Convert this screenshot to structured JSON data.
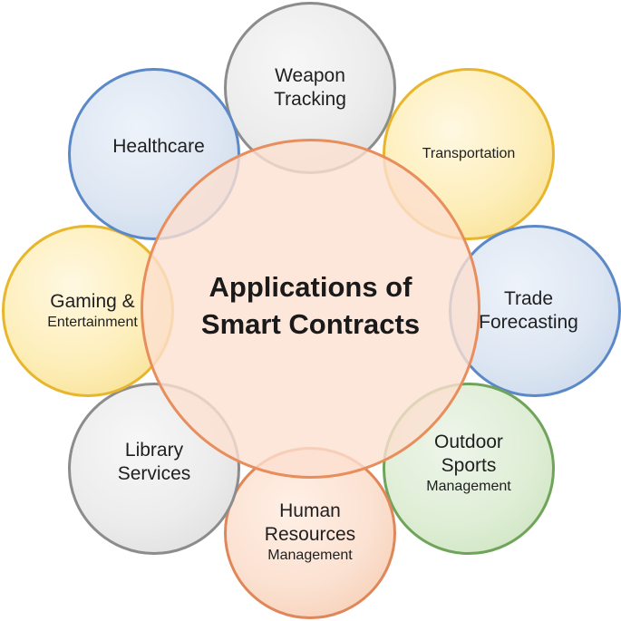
{
  "center": {
    "line1": "Applications of",
    "line2": "Smart Contracts"
  },
  "items": [
    {
      "id": "weapon-tracking",
      "color": "gray",
      "lines": [
        {
          "text": "Weapon",
          "size": "big"
        },
        {
          "text": "Tracking",
          "size": "big"
        }
      ]
    },
    {
      "id": "transportation",
      "color": "yellow",
      "lines": [
        {
          "text": "Transportation",
          "size": "small"
        }
      ]
    },
    {
      "id": "trade-forecasting",
      "color": "blue",
      "lines": [
        {
          "text": "Trade",
          "size": "big"
        },
        {
          "text": "Forecasting",
          "size": "big"
        }
      ]
    },
    {
      "id": "outdoor-sports-management",
      "color": "green",
      "lines": [
        {
          "text": "Outdoor",
          "size": "big"
        },
        {
          "text": "Sports",
          "size": "big"
        },
        {
          "text": "Management",
          "size": "small"
        }
      ]
    },
    {
      "id": "human-resources-management",
      "color": "orange",
      "lines": [
        {
          "text": "Human",
          "size": "big"
        },
        {
          "text": "Resources",
          "size": "big"
        },
        {
          "text": "Management",
          "size": "small"
        }
      ]
    },
    {
      "id": "library-services",
      "color": "gray",
      "lines": [
        {
          "text": "Library",
          "size": "big"
        },
        {
          "text": "Services",
          "size": "big"
        }
      ]
    },
    {
      "id": "gaming-entertainment",
      "color": "yellow",
      "lines": [
        {
          "text": "Gaming &",
          "size": "big"
        },
        {
          "text": "Entertainment",
          "size": "small"
        }
      ]
    },
    {
      "id": "healthcare",
      "color": "blue",
      "lines": [
        {
          "text": "Healthcare",
          "size": "big"
        }
      ]
    }
  ],
  "colors": {
    "center_fill": "#fce0d1",
    "center_border": "#e88e5d",
    "gray_border": "#8c8c8c",
    "blue_border": "#5b88c6",
    "yellow_border": "#e8b62d",
    "green_border": "#6fa45a",
    "orange_border": "#e0875a"
  }
}
